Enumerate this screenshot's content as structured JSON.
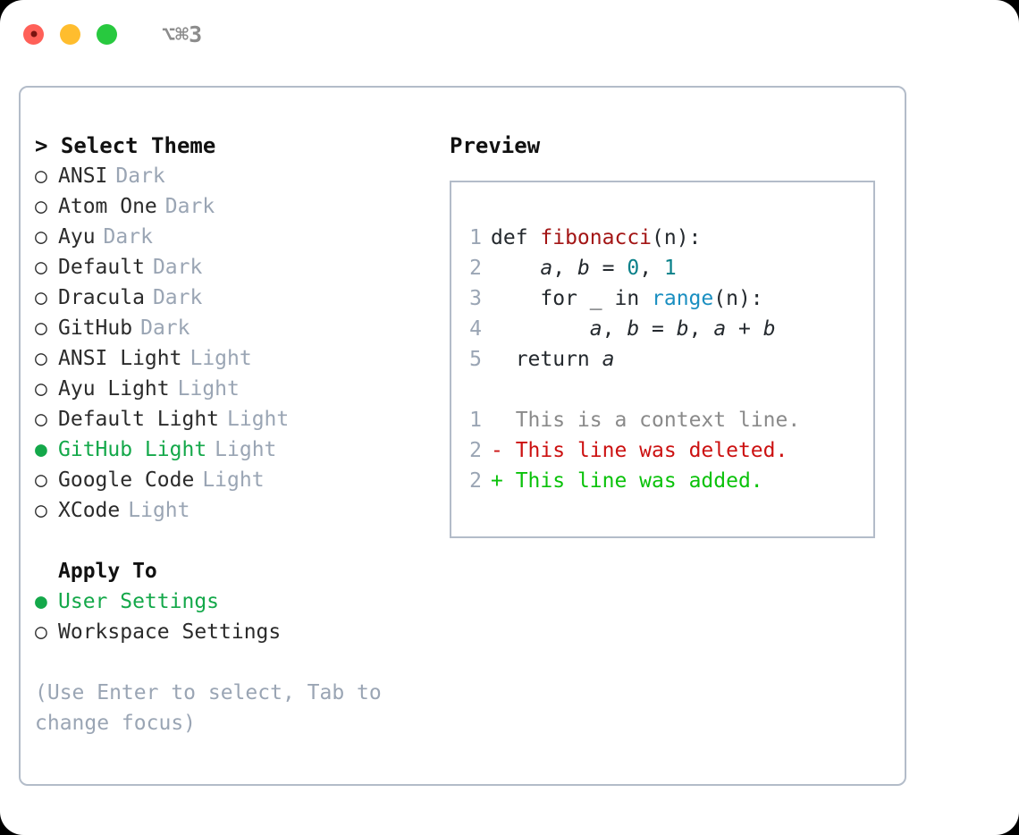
{
  "window": {
    "shortcut": "⌥⌘3",
    "traffic_lights": [
      "close-red",
      "minimize-yellow",
      "maximize-green"
    ]
  },
  "colors": {
    "accent_green": "#14a84a",
    "muted": "#9aa5b4",
    "border": "#b3bcc9",
    "text": "#2b2b2b",
    "diff_add": "#0ac20a",
    "diff_del": "#cc1111",
    "syntax_function": "#a31515",
    "syntax_number": "#098089",
    "syntax_call": "#1a8fc1"
  },
  "theme_picker": {
    "heading": "> Select Theme",
    "marker_selected": "●",
    "marker_unselected": "○",
    "items": [
      {
        "label": "ANSI",
        "suffix": "Dark",
        "selected": false
      },
      {
        "label": "Atom One",
        "suffix": "Dark",
        "selected": false
      },
      {
        "label": "Ayu",
        "suffix": "Dark",
        "selected": false
      },
      {
        "label": "Default",
        "suffix": "Dark",
        "selected": false
      },
      {
        "label": "Dracula",
        "suffix": "Dark",
        "selected": false
      },
      {
        "label": "GitHub",
        "suffix": "Dark",
        "selected": false
      },
      {
        "label": "ANSI Light",
        "suffix": "Light",
        "selected": false
      },
      {
        "label": "Ayu Light",
        "suffix": "Light",
        "selected": false
      },
      {
        "label": "Default Light",
        "suffix": "Light",
        "selected": false
      },
      {
        "label": "GitHub Light",
        "suffix": "Light",
        "selected": true
      },
      {
        "label": "Google Code",
        "suffix": "Light",
        "selected": false
      },
      {
        "label": "XCode",
        "suffix": "Light",
        "selected": false
      }
    ]
  },
  "apply_to": {
    "heading": "Apply To",
    "items": [
      {
        "label": "User Settings",
        "selected": true
      },
      {
        "label": "Workspace Settings",
        "selected": false
      }
    ]
  },
  "hint": "(Use Enter to select, Tab to change focus)",
  "preview": {
    "title": "Preview",
    "code_lines": [
      {
        "num": "1",
        "tokens": [
          {
            "text": "def ",
            "type": "kw"
          },
          {
            "text": "fibonacci",
            "type": "fn"
          },
          {
            "text": "(n):",
            "type": "plain"
          }
        ]
      },
      {
        "num": "2",
        "tokens": [
          {
            "text": "    ",
            "type": "plain"
          },
          {
            "text": "a",
            "type": "var"
          },
          {
            "text": ", ",
            "type": "plain"
          },
          {
            "text": "b",
            "type": "var"
          },
          {
            "text": " = ",
            "type": "plain"
          },
          {
            "text": "0",
            "type": "num"
          },
          {
            "text": ", ",
            "type": "plain"
          },
          {
            "text": "1",
            "type": "num"
          }
        ]
      },
      {
        "num": "3",
        "tokens": [
          {
            "text": "    for _ in ",
            "type": "plain"
          },
          {
            "text": "range",
            "type": "call"
          },
          {
            "text": "(n):",
            "type": "plain"
          }
        ]
      },
      {
        "num": "4",
        "tokens": [
          {
            "text": "        ",
            "type": "plain"
          },
          {
            "text": "a",
            "type": "var"
          },
          {
            "text": ", ",
            "type": "plain"
          },
          {
            "text": "b",
            "type": "var"
          },
          {
            "text": " = ",
            "type": "plain"
          },
          {
            "text": "b",
            "type": "var"
          },
          {
            "text": ", ",
            "type": "plain"
          },
          {
            "text": "a",
            "type": "var"
          },
          {
            "text": " + ",
            "type": "plain"
          },
          {
            "text": "b",
            "type": "var"
          }
        ]
      },
      {
        "num": "5",
        "tokens": [
          {
            "text": "  return ",
            "type": "plain"
          },
          {
            "text": "a",
            "type": "var"
          }
        ]
      }
    ],
    "diff_lines": [
      {
        "num": "1",
        "sign": " ",
        "text": " This is a context line.",
        "kind": "ctx"
      },
      {
        "num": "2",
        "sign": "-",
        "text": " This line was deleted.",
        "kind": "del"
      },
      {
        "num": "2",
        "sign": "+",
        "text": " This line was added.",
        "kind": "add"
      }
    ]
  }
}
